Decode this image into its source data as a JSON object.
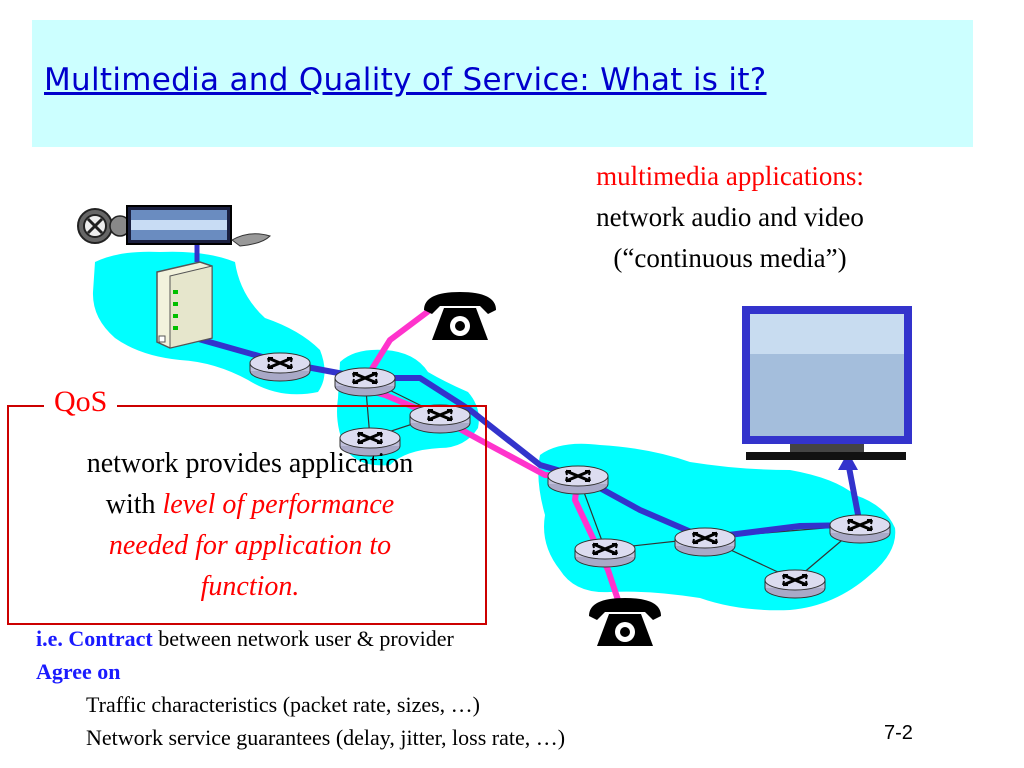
{
  "slide": {
    "title": "Multimedia and Quality of Service: What is it?",
    "multimedia": {
      "heading": "multimedia applications:",
      "line1": "network audio and video",
      "line2": "(“continuous media”)"
    },
    "qos": {
      "label": "QoS",
      "line1": "network provides application",
      "line2_prefix": "with ",
      "line2_italic": "level of performance",
      "line3": "needed for application to",
      "line4": "function."
    },
    "contract": {
      "ie_bold": "i.e. Contract",
      "ie_rest": " between  network user & provider",
      "agree": "Agree on",
      "item1": "Traffic characteristics (packet rate, sizes, …)",
      "item2": "Network service guarantees (delay, jitter, loss rate, …)"
    },
    "page_number": "7-2"
  },
  "colors": {
    "title_band": "#ccffff",
    "title_text": "#0000cc",
    "accent_red": "#ff0000",
    "cloud": "#00ffff",
    "path_blue": "#3333cc",
    "path_pink": "#ff33cc"
  },
  "icons": [
    "film-projector-icon",
    "media-server-icon",
    "router-icon",
    "telephone-icon",
    "monitor-icon"
  ]
}
